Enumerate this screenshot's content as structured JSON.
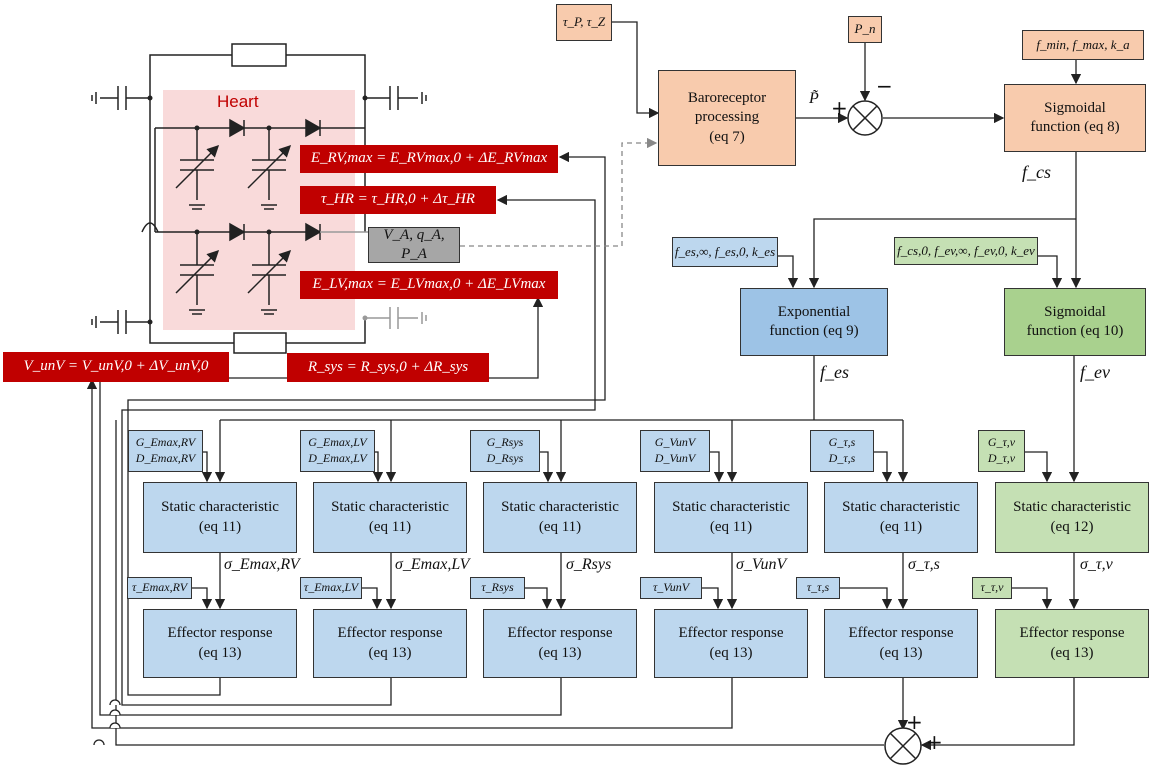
{
  "heart": {
    "title": "Heart"
  },
  "equations": {
    "e_rv": "E_RV,max = E_RVmax,0 + ΔE_RVmax",
    "tau_hr": "τ_HR = τ_HR,0 + Δτ_HR",
    "e_lv": "E_LV,max = E_LVmax,0 + ΔE_LVmax",
    "v_unv": "V_unV = V_unV,0 + ΔV_unV,0",
    "r_sys": "R_sys = R_sys,0 + ΔR_sys"
  },
  "state_box": "V_A, q_A, P_A",
  "params": {
    "tau_p_z": "τ_P, τ_Z",
    "p_n": "P_n",
    "f_sig": "f_min, f_max, k_a",
    "f_exp": "f_es,∞, f_es,0, k_es",
    "f_ev": "f_cs,0, f_ev,∞, f_ev,0, k_ev"
  },
  "blocks": {
    "baro": [
      "Baroreceptor",
      "processing",
      "(eq 7)"
    ],
    "sig8": [
      "Sigmoidal",
      "function (eq 8)"
    ],
    "exp9": [
      "Exponential",
      "function (eq 9)"
    ],
    "sig10": [
      "Sigmoidal",
      "function (eq 10)"
    ]
  },
  "signals": {
    "p_tilde": "P̃",
    "f_cs": "f_cs",
    "f_es": "f_es",
    "f_ev": "f_ev",
    "plus1": "+",
    "minus1": "−",
    "plus2": "+",
    "plus3": "+"
  },
  "branches": [
    {
      "g": "G_Emax,RV",
      "d": "D_Emax,RV",
      "static": [
        "Static characteristic",
        "(eq 11)"
      ],
      "sigma": "σ_Emax,RV",
      "tau": "τ_Emax,RV",
      "effector": [
        "Effector response",
        "(eq 13)"
      ]
    },
    {
      "g": "G_Emax,LV",
      "d": "D_Emax,LV",
      "static": [
        "Static characteristic",
        "(eq 11)"
      ],
      "sigma": "σ_Emax,LV",
      "tau": "τ_Emax,LV",
      "effector": [
        "Effector response",
        "(eq 13)"
      ]
    },
    {
      "g": "G_Rsys",
      "d": "D_Rsys",
      "static": [
        "Static characteristic",
        "(eq 11)"
      ],
      "sigma": "σ_Rsys",
      "tau": "τ_Rsys",
      "effector": [
        "Effector response",
        "(eq 13)"
      ]
    },
    {
      "g": "G_VunV",
      "d": "D_VunV",
      "static": [
        "Static characteristic",
        "(eq 11)"
      ],
      "sigma": "σ_VunV",
      "tau": "τ_VunV",
      "effector": [
        "Effector response",
        "(eq 13)"
      ]
    },
    {
      "g": "G_τ,s",
      "d": "D_τ,s",
      "static": [
        "Static characteristic",
        "(eq 11)"
      ],
      "sigma": "σ_τ,s",
      "tau": "τ_τ,s",
      "effector": [
        "Effector response",
        "(eq 13)"
      ]
    },
    {
      "g": "G_τ,v",
      "d": "D_τ,v",
      "static": [
        "Static characteristic",
        "(eq 12)"
      ],
      "sigma": "σ_τ,v",
      "tau": "τ_τ,v",
      "effector": [
        "Effector response",
        "(eq 13)"
      ]
    }
  ],
  "colors": {
    "orange": "#f8cbad",
    "blue": "#bdd7ee",
    "green": "#c5e0b4",
    "red": "#c00000",
    "heart": "#f8d7d7",
    "grey": "#a6a6a6"
  }
}
